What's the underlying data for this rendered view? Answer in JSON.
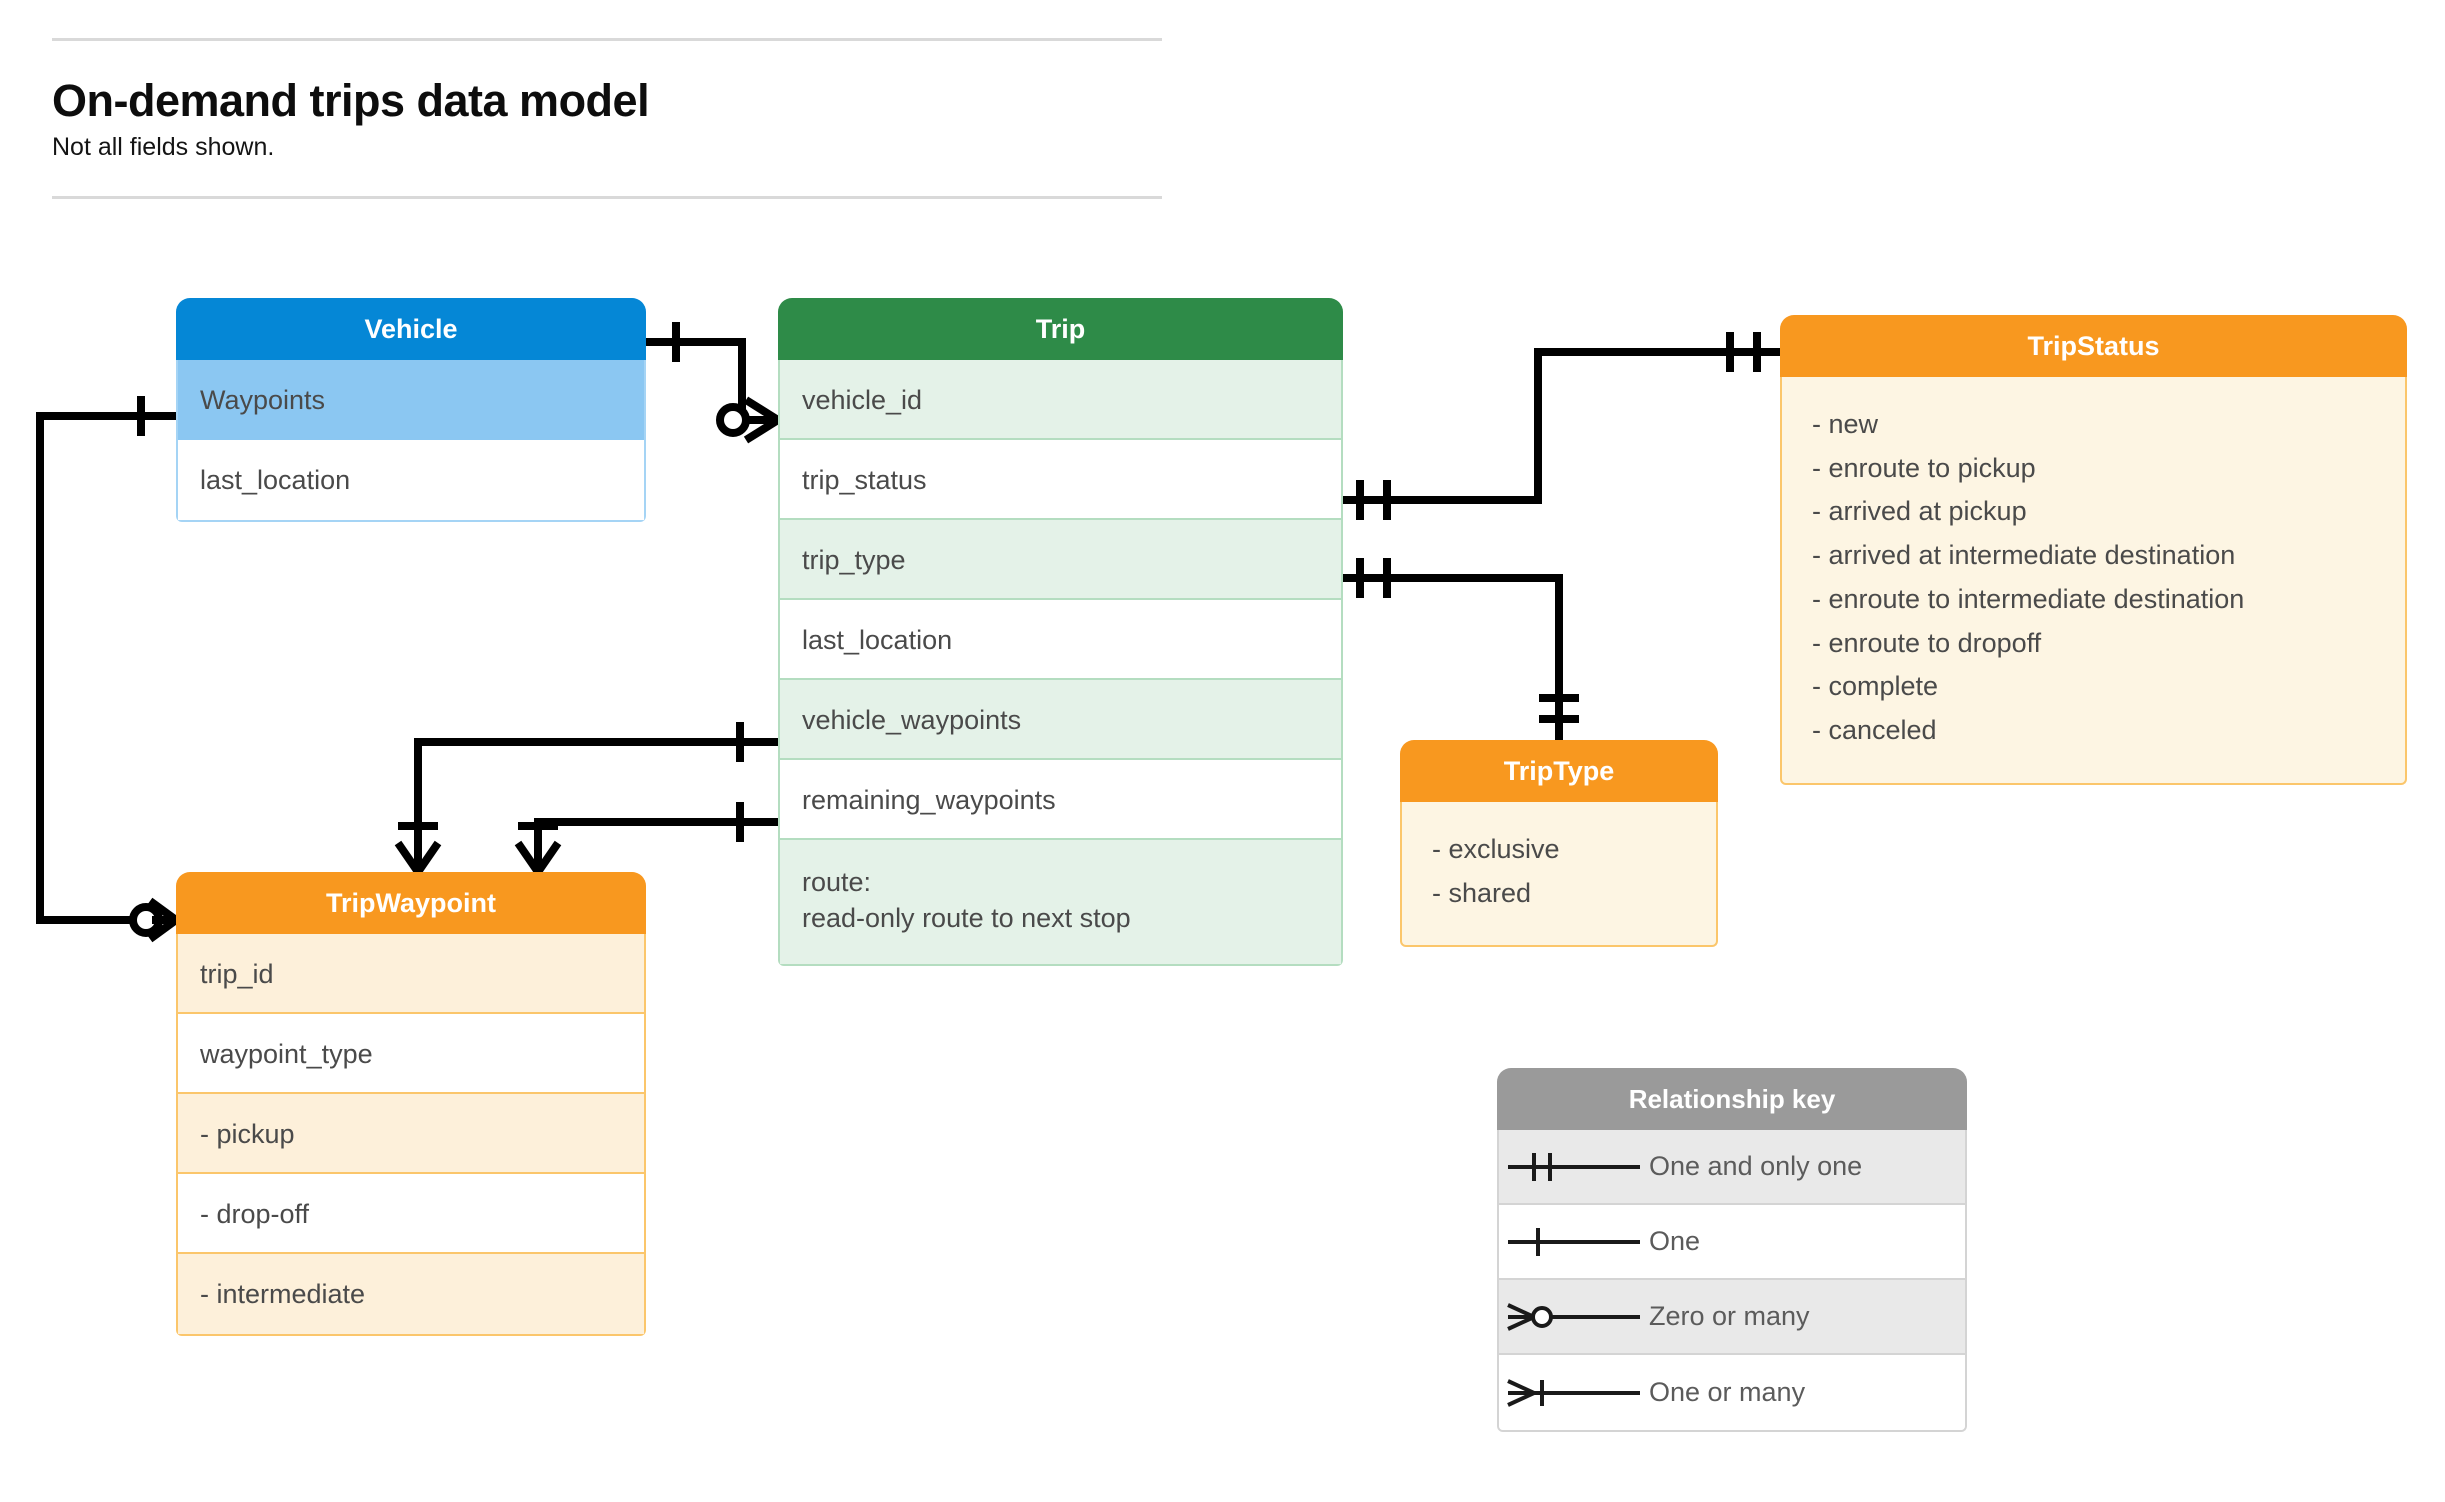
{
  "header": {
    "title": "On-demand trips data model",
    "subtitle": "Not all fields shown."
  },
  "entities": {
    "vehicle": {
      "name": "Vehicle",
      "color": "#0587d6",
      "fields": [
        {
          "label": "Waypoints"
        },
        {
          "label": "last_location"
        }
      ]
    },
    "trip": {
      "name": "Trip",
      "color": "#2e8b48",
      "fields": [
        {
          "label": "vehicle_id"
        },
        {
          "label": "trip_status"
        },
        {
          "label": "trip_type"
        },
        {
          "label": "last_location"
        },
        {
          "label": "vehicle_waypoints"
        },
        {
          "label": "remaining_waypoints"
        },
        {
          "label": "route:",
          "label2": "read-only route to next stop"
        }
      ]
    },
    "tripwaypoint": {
      "name": "TripWaypoint",
      "color": "#f8981f",
      "fields": [
        {
          "label": "trip_id"
        },
        {
          "label": "waypoint_type"
        },
        {
          "label": " -  pickup"
        },
        {
          "label": " -  drop-off"
        },
        {
          "label": " -  intermediate"
        }
      ]
    },
    "triptype": {
      "name": "TripType",
      "color": "#f8981f",
      "values": [
        "- exclusive",
        "- shared"
      ]
    },
    "tripstatus": {
      "name": "TripStatus",
      "color": "#f8981f",
      "values": [
        "- new",
        "- enroute to pickup",
        "- arrived at pickup",
        "- arrived at intermediate destination",
        "- enroute to intermediate destination",
        "- enroute to dropoff",
        "- complete",
        "- canceled"
      ]
    }
  },
  "relationship_key": {
    "title": "Relationship key",
    "rows": [
      {
        "glyph": "one-and-only-one-icon",
        "label": "One and only one"
      },
      {
        "glyph": "one-icon",
        "label": "One"
      },
      {
        "glyph": "zero-or-many-icon",
        "label": "Zero or many"
      },
      {
        "glyph": "one-or-many-icon",
        "label": "One or many"
      }
    ]
  },
  "relationships": [
    {
      "from": "Vehicle",
      "to": "Trip.vehicle_id",
      "from_cardinality": "One",
      "to_cardinality": "Zero or many"
    },
    {
      "from": "Vehicle.Waypoints",
      "to": "TripWaypoint",
      "from_cardinality": "One",
      "to_cardinality": "Zero or many"
    },
    {
      "from": "Trip.trip_status",
      "to": "TripStatus",
      "from_cardinality": "One and only one",
      "to_cardinality": "One and only one"
    },
    {
      "from": "Trip.trip_type",
      "to": "TripType",
      "from_cardinality": "One and only one",
      "to_cardinality": "One and only one"
    },
    {
      "from": "Trip.vehicle_waypoints",
      "to": "TripWaypoint",
      "from_cardinality": "One",
      "to_cardinality": "One or many"
    },
    {
      "from": "Trip.remaining_waypoints",
      "to": "TripWaypoint",
      "from_cardinality": "One",
      "to_cardinality": "One or many"
    }
  ]
}
